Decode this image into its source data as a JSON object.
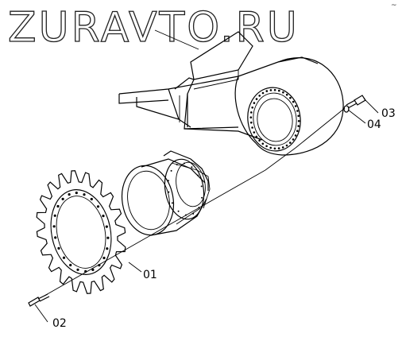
{
  "watermark": "ZURAVTO.RU",
  "corner_mark": "~",
  "labels": {
    "p01": "01",
    "p02": "02",
    "p03": "03",
    "p04": "04"
  },
  "colors": {
    "ink": "#000000",
    "paper": "#ffffff"
  }
}
